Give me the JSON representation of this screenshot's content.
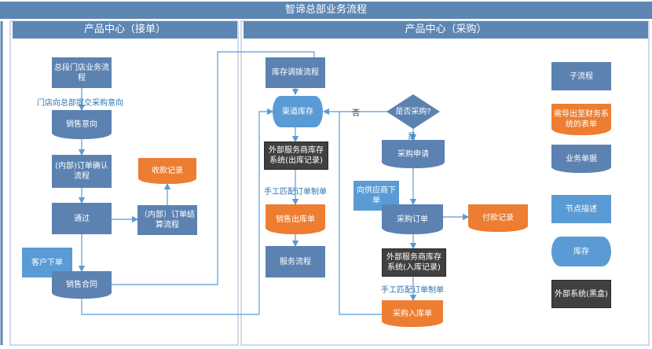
{
  "title": "智谛总部业务流程",
  "lanes": {
    "left": "产品中心（接单）",
    "right": "产品中心（采购）"
  },
  "nodes": {
    "store_flow": "总段门店业务流程",
    "sales_intent": "销售意向",
    "internal_order": "(内部)订单确认流程",
    "pass": "通过",
    "settlement": "（内部）订单结算流程",
    "payment_received": "收款记录",
    "customer_order": "客户下单",
    "sales_contract": "销售合同",
    "transfer_flow": "库存调拨流程",
    "channel_stock": "渠道库存",
    "ext_out": "外部服务商库存系统(出库记录)",
    "sales_out": "销售出库单",
    "service_flow": "服务流程",
    "purchase_q": "是否采购?",
    "purchase_request": "采购申请",
    "supplier_order": "向供应商下单",
    "purchase_order": "采购订单",
    "payment_record": "付款记录",
    "ext_in": "外部服务商库存系统(入库记录)",
    "purchase_in": "采购入库单"
  },
  "edge_labels": {
    "submit_intent": "门店向总部提交采购意向",
    "manual_match_1": "手工匹配订单制单",
    "no": "否",
    "yes": "是",
    "manual_match_2": "手工匹配订单制单"
  },
  "legend": {
    "subflow": "子流程",
    "finance_export": "需导出至财务系统的表单",
    "business_doc": "业务单据",
    "node_desc": "节点描述",
    "inventory": "库存",
    "external_system": "外部系统(黑盒)"
  }
}
